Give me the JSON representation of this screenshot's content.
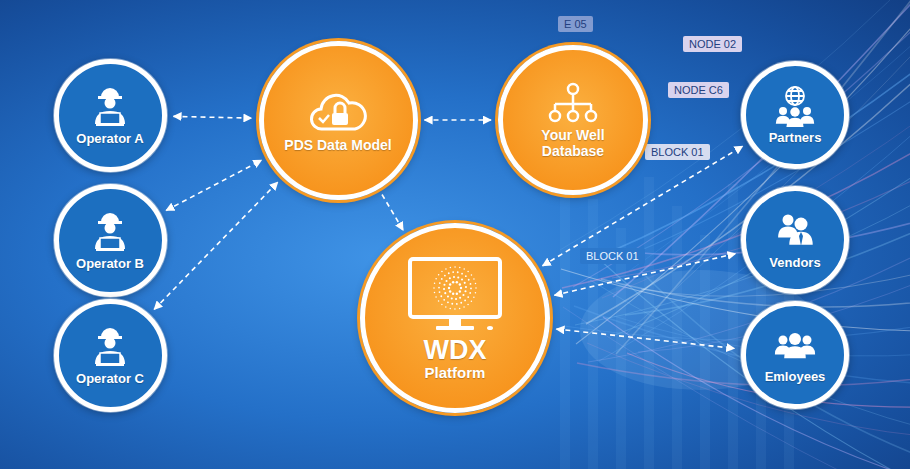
{
  "diagram": {
    "nodes": [
      {
        "text": [
          "Operator A"
        ]
      },
      {
        "text": [
          "Operator B"
        ]
      },
      {
        "text": [
          "Operator C"
        ]
      },
      {
        "text": [
          "PDS Data Model"
        ]
      },
      {
        "text": [
          "Your Well Database"
        ]
      },
      {
        "text": [
          "WDX",
          "Platform"
        ]
      },
      {
        "text": [
          "Partners"
        ]
      },
      {
        "text": [
          "Vendors"
        ]
      },
      {
        "text": [
          "Emloyees"
        ]
      }
    ],
    "edges": [
      {
        "from": 0,
        "to": 3,
        "arrow": "both"
      },
      {
        "from": 1,
        "to": 3,
        "arrow": "both"
      },
      {
        "from": 2,
        "to": 3,
        "arrow": "both"
      },
      {
        "from": 3,
        "to": 4,
        "arrow": "both"
      },
      {
        "from": 3,
        "to": 5,
        "arrow": "to"
      },
      {
        "from": 5,
        "to": 6,
        "arrow": "both"
      },
      {
        "from": 5,
        "to": 7,
        "arrow": "both"
      },
      {
        "from": 5,
        "to": 8,
        "arrow": "both"
      }
    ],
    "labels": [
      "E 05",
      "NODE 02",
      "NODE C6",
      "BLOCK 01",
      "BLOCK 01"
    ]
  }
}
